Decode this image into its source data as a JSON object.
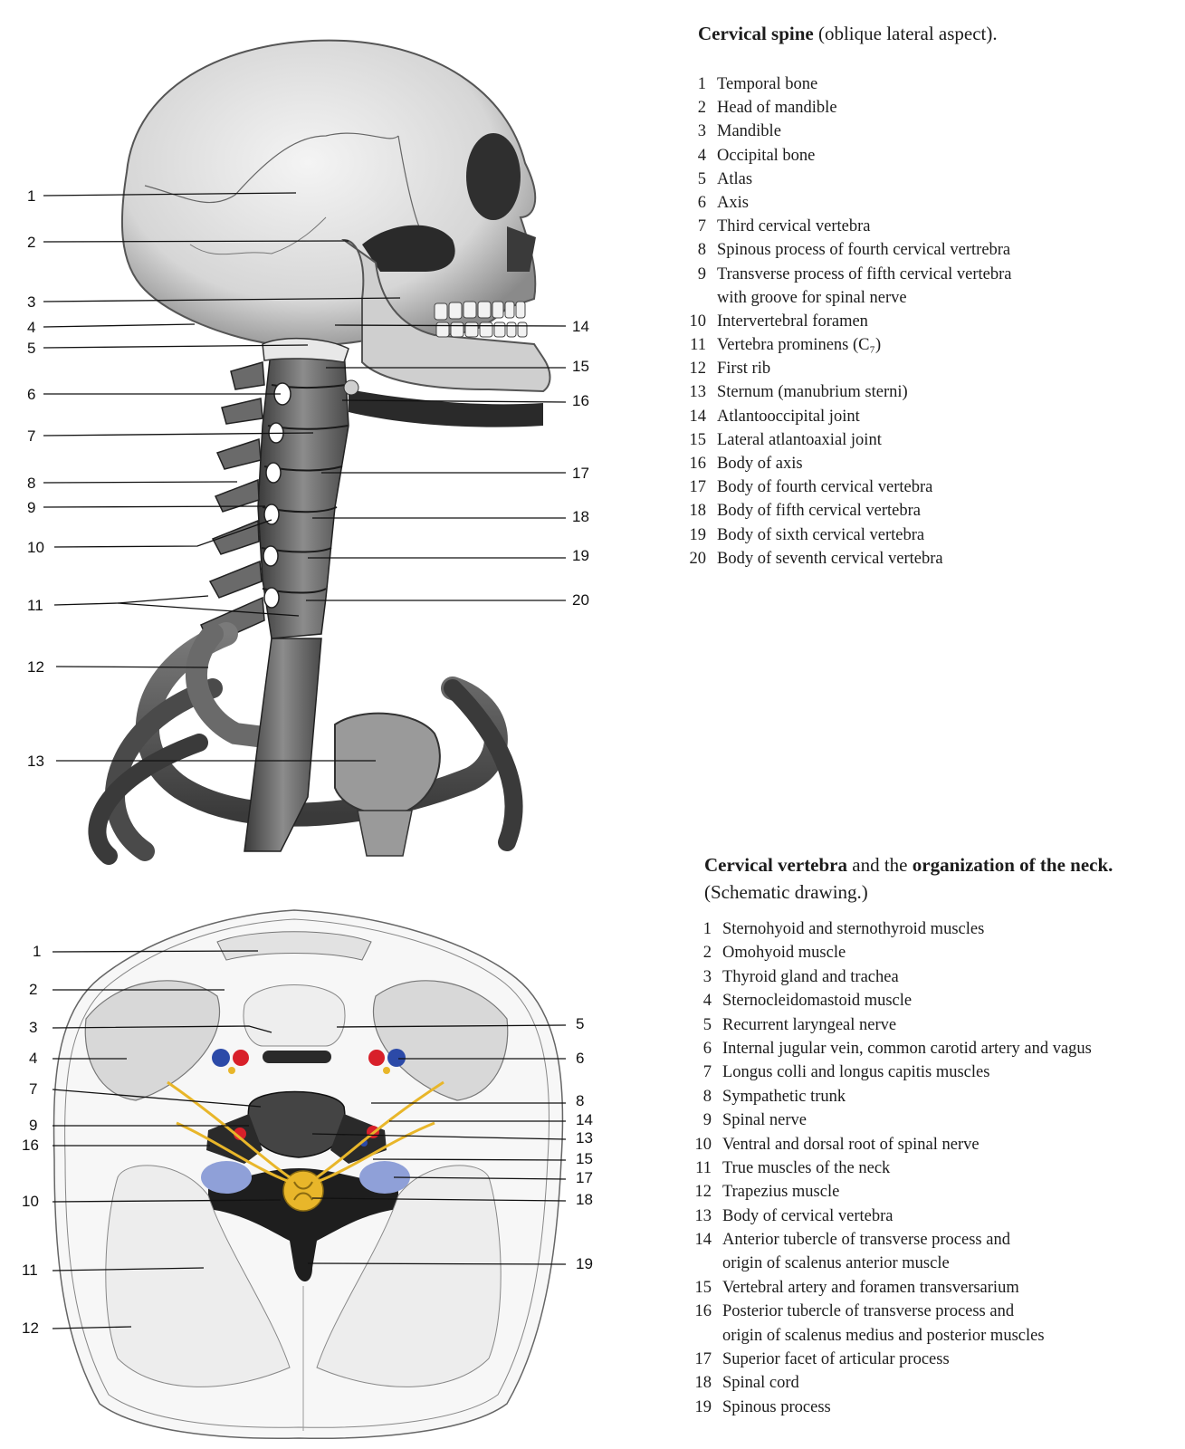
{
  "cervical_spine": {
    "caption_bold": "Cervical spine",
    "caption_rest": " (oblique lateral aspect).",
    "legend": [
      {
        "n": "1",
        "t": "Temporal bone"
      },
      {
        "n": "2",
        "t": "Head of mandible"
      },
      {
        "n": "3",
        "t": "Mandible"
      },
      {
        "n": "4",
        "t": "Occipital bone"
      },
      {
        "n": "5",
        "t": "Atlas"
      },
      {
        "n": "6",
        "t": "Axis"
      },
      {
        "n": "7",
        "t": "Third cervical vertebra"
      },
      {
        "n": "8",
        "t": "Spinous process of fourth cervical vertrebra"
      },
      {
        "n": "9",
        "t": "Transverse process of fifth cervical vertebra",
        "t2": "with groove for spinal nerve"
      },
      {
        "n": "10",
        "t": "Intervertebral foramen"
      },
      {
        "n": "11",
        "t": "Vertebra prominens (C₇)"
      },
      {
        "n": "12",
        "t": "First rib"
      },
      {
        "n": "13",
        "t": "Sternum (manubrium sterni)"
      },
      {
        "n": "14",
        "t": "Atlantooccipital joint"
      },
      {
        "n": "15",
        "t": "Lateral atlantoaxial joint"
      },
      {
        "n": "16",
        "t": "Body of axis"
      },
      {
        "n": "17",
        "t": "Body of fourth cervical vertebra"
      },
      {
        "n": "18",
        "t": "Body of fifth cervical vertebra"
      },
      {
        "n": "19",
        "t": "Body of sixth cervical vertebra"
      },
      {
        "n": "20",
        "t": "Body of seventh cervical vertebra"
      }
    ]
  },
  "neck_section": {
    "caption_bold1": "Cervical vertebra",
    "caption_mid": " and the ",
    "caption_bold2": "organization of the neck.",
    "caption_line2": "(Schematic drawing.)",
    "legend": [
      {
        "n": "1",
        "t": "Sternohyoid and sternothyroid muscles"
      },
      {
        "n": "2",
        "t": "Omohyoid muscle"
      },
      {
        "n": "3",
        "t": "Thyroid gland and trachea"
      },
      {
        "n": "4",
        "t": "Sternocleidomastoid muscle"
      },
      {
        "n": "5",
        "t": "Recurrent laryngeal nerve"
      },
      {
        "n": "6",
        "t": "Internal jugular vein, common carotid artery and vagus"
      },
      {
        "n": "7",
        "t": "Longus colli and longus capitis muscles"
      },
      {
        "n": "8",
        "t": "Sympathetic trunk"
      },
      {
        "n": "9",
        "t": "Spinal nerve"
      },
      {
        "n": "10",
        "t": "Ventral and dorsal root of spinal nerve"
      },
      {
        "n": "11",
        "t": "True muscles of the neck"
      },
      {
        "n": "12",
        "t": "Trapezius muscle"
      },
      {
        "n": "13",
        "t": "Body of cervical vertebra"
      },
      {
        "n": "14",
        "t": "Anterior tubercle of transverse process and",
        "t2": "origin of scalenus anterior muscle"
      },
      {
        "n": "15",
        "t": "Vertebral artery and foramen transversarium"
      },
      {
        "n": "16",
        "t": "Posterior tubercle of transverse process and",
        "t2": "origin of scalenus medius and posterior muscles"
      },
      {
        "n": "17",
        "t": "Superior facet of articular process"
      },
      {
        "n": "18",
        "t": "Spinal cord"
      },
      {
        "n": "19",
        "t": "Spinous process"
      }
    ]
  },
  "colors": {
    "artery": "#d8202a",
    "vein": "#2c4aa8",
    "nerve": "#e8b62a",
    "muscle_blue": "#8fa0d8",
    "bone_dark": "#2a2a2a"
  }
}
